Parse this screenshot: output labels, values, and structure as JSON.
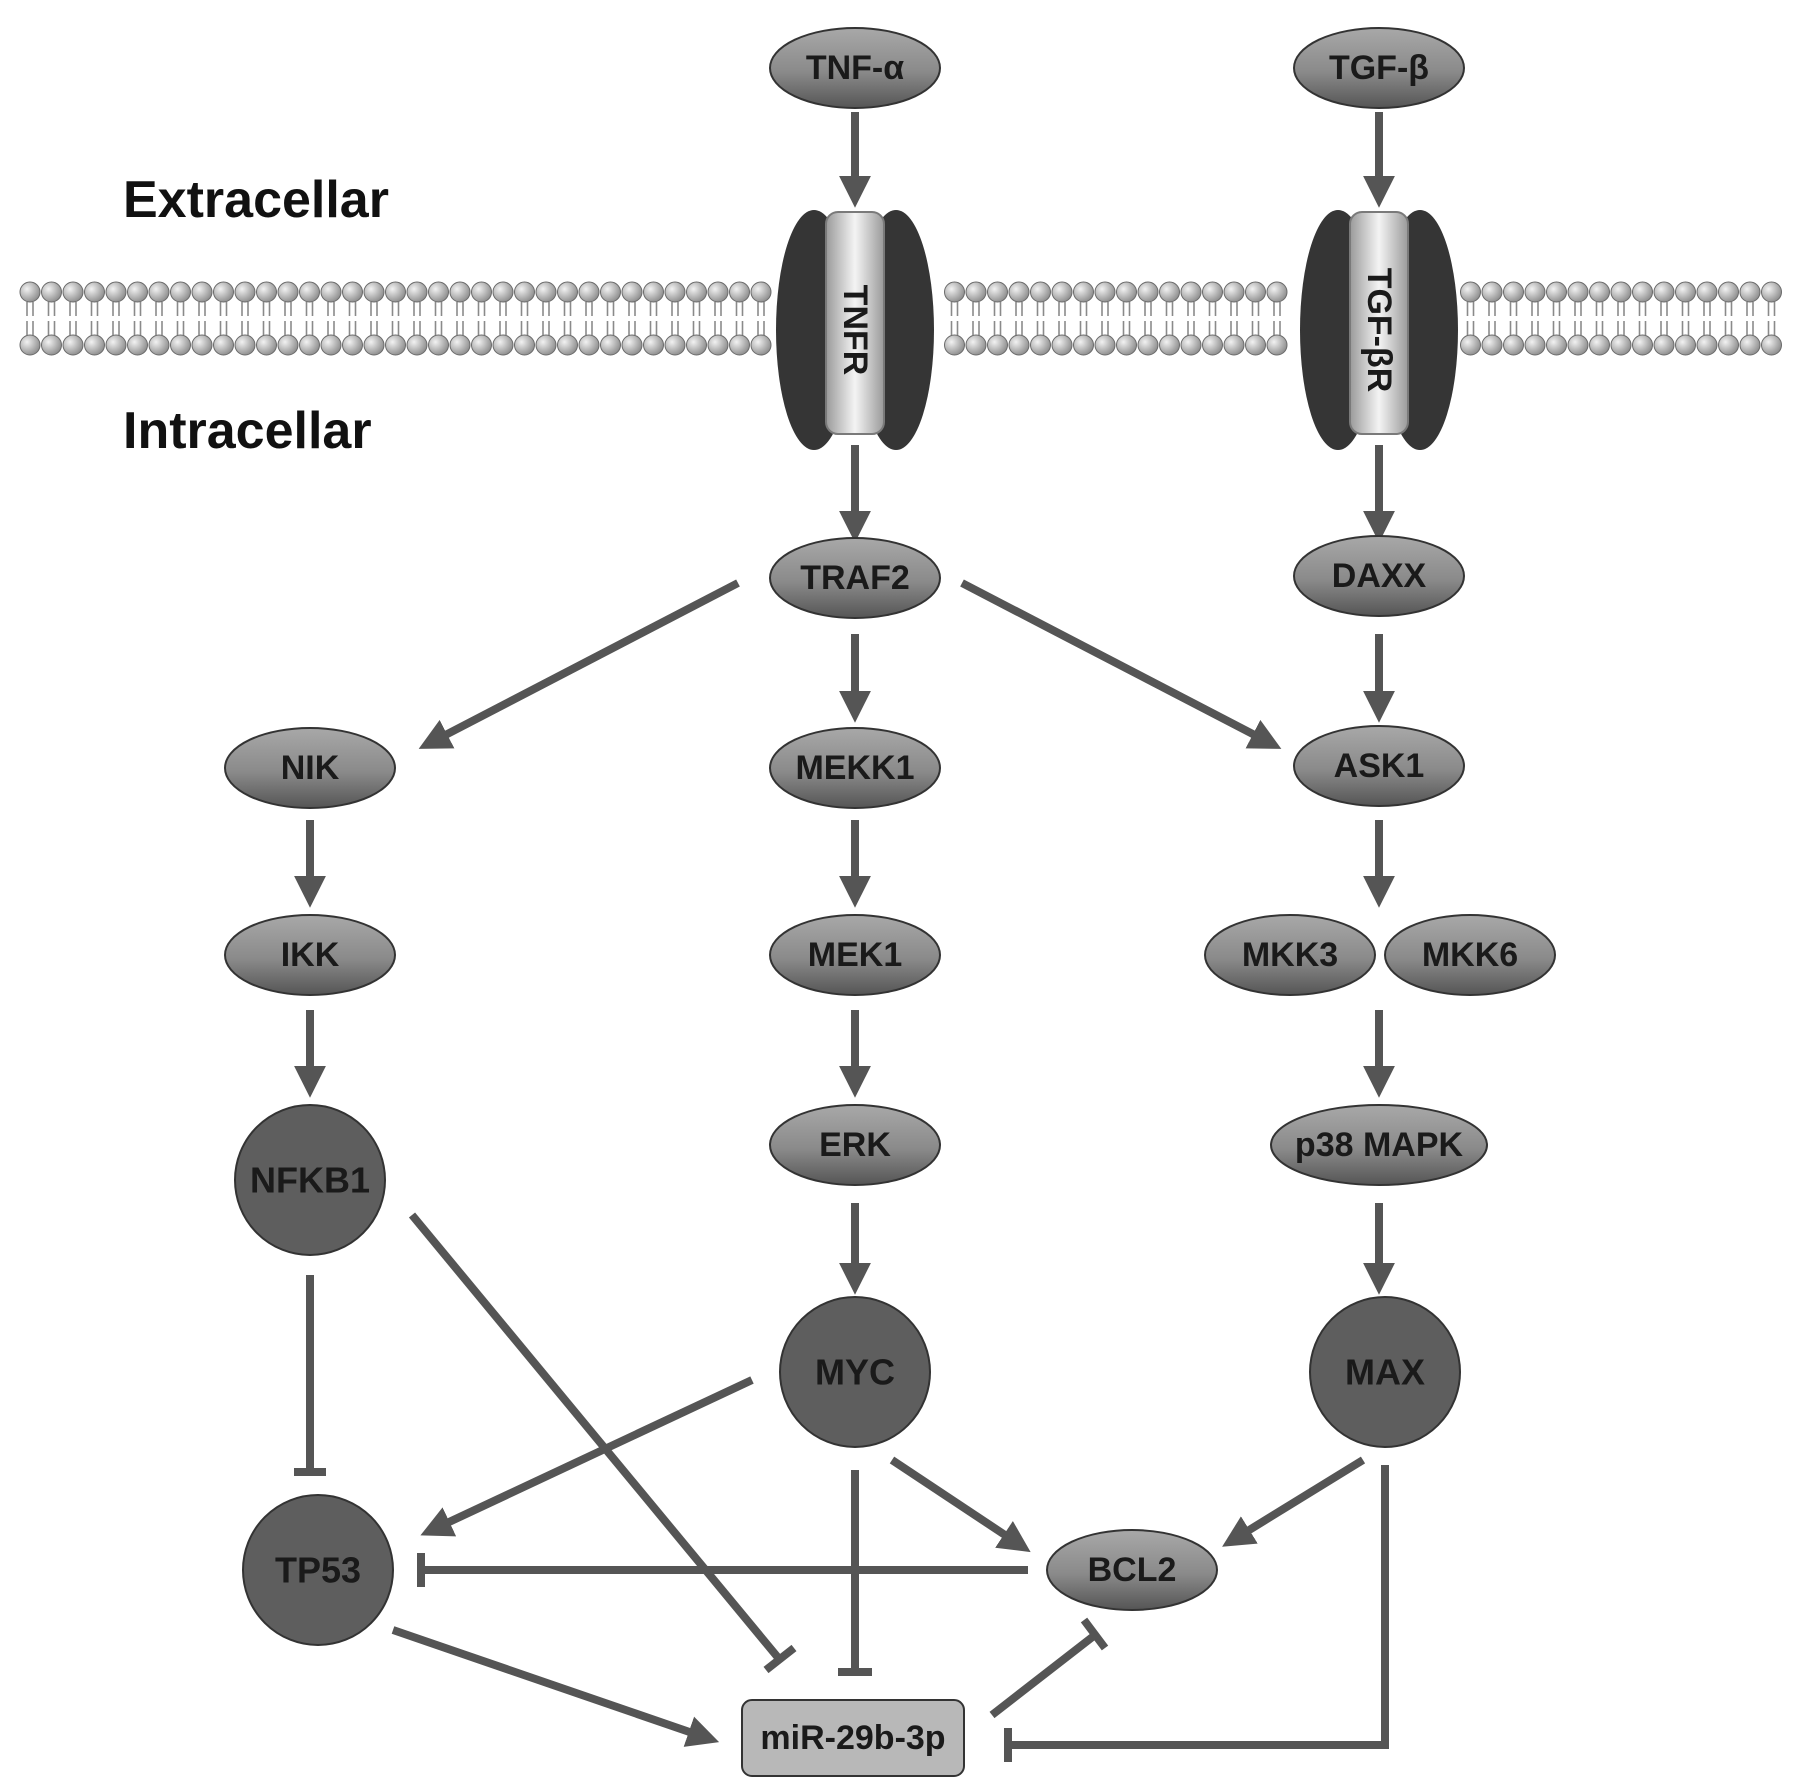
{
  "regions": {
    "extracellular": "Extracellar",
    "intracellular": "Intracellar"
  },
  "receptors": {
    "tnfr": "TNFR",
    "tgfbr": "TGF-βR"
  },
  "nodes": {
    "tnfa": "TNF-α",
    "tgfb": "TGF-β",
    "traf2": "TRAF2",
    "daxx": "DAXX",
    "nik": "NIK",
    "mekk1": "MEKK1",
    "ask1": "ASK1",
    "ikk": "IKK",
    "mek1": "MEK1",
    "mkk3": "MKK3",
    "mkk6": "MKK6",
    "nfkb1": "NFKB1",
    "erk": "ERK",
    "p38mapk": "p38 MAPK",
    "myc": "MYC",
    "max": "MAX",
    "tp53": "TP53",
    "bcl2": "BCL2",
    "mir": "miR-29b-3p"
  },
  "colors": {
    "ellipse_light": "#9a9a9a",
    "ellipse_dark": "#555555",
    "circle_fill": "#5e5e5e",
    "connector": "#555555",
    "mir_box": "#b8b8b8",
    "receptor_dark": "#353535",
    "membrane_bead": "#bdbdbd"
  }
}
